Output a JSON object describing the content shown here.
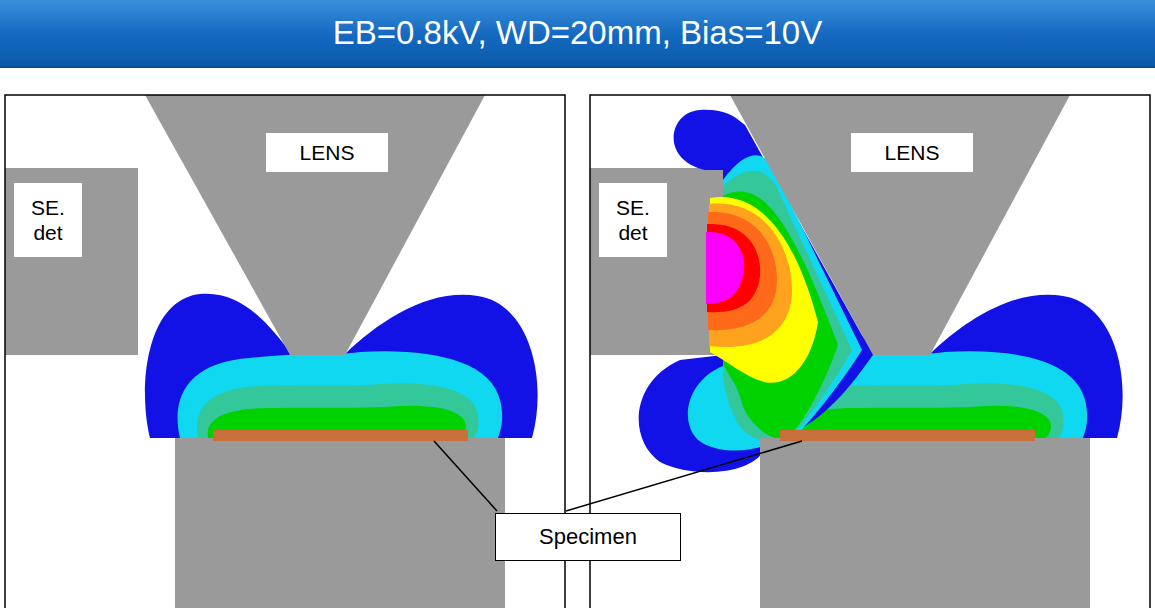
{
  "diagram": {
    "title": "EB=0.8kV, WD=20mm, Bias=10V",
    "nodes": [
      {
        "text": [
          "LENS"
        ]
      },
      {
        "text": [
          "SE. det"
        ]
      },
      {
        "text": [
          "LENS"
        ]
      },
      {
        "text": [
          "SE. det"
        ]
      },
      {
        "text": [
          "Specimen"
        ]
      }
    ]
  }
}
